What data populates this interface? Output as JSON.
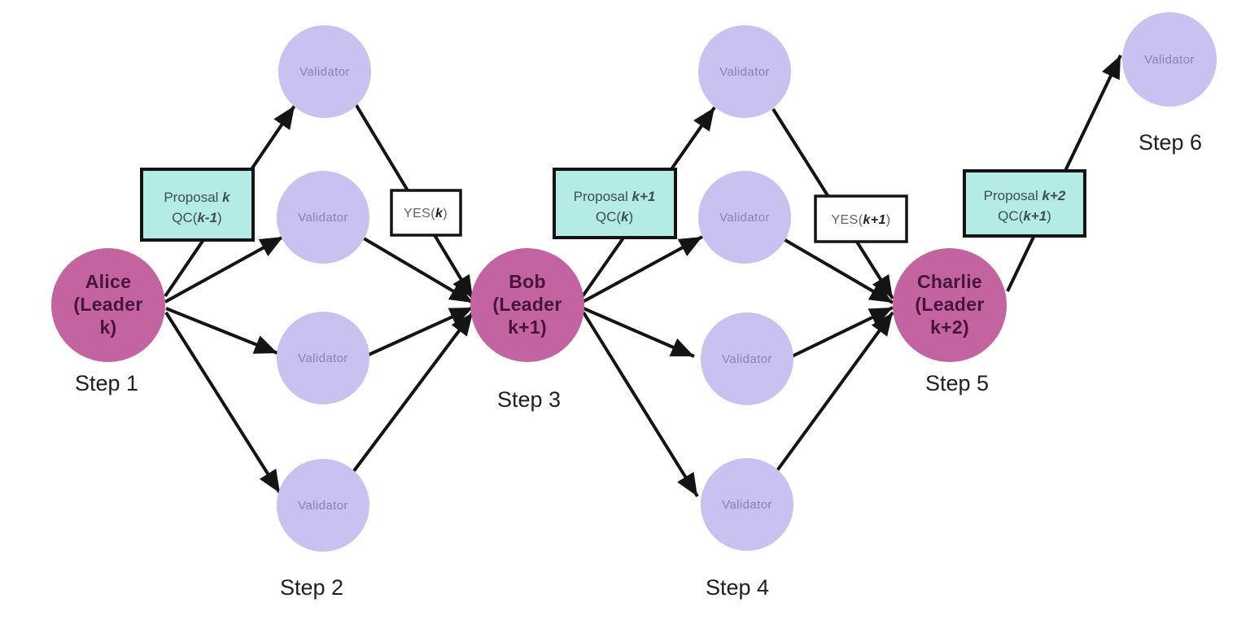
{
  "diagram": {
    "leaders": [
      {
        "name": "Alice",
        "line2": "(Leader",
        "line3": "k)"
      },
      {
        "name": "Bob",
        "line2": "(Leader",
        "line3": "k+1)"
      },
      {
        "name": "Charlie",
        "line2": "(Leader",
        "line3": "k+2)"
      }
    ],
    "validator_label": "Validator",
    "steps": [
      "Step 1",
      "Step 2",
      "Step 3",
      "Step 4",
      "Step 5",
      "Step 6"
    ],
    "proposals": [
      {
        "line1_prefix": "Proposal ",
        "line1_var": "k",
        "line2_prefix": "QC(",
        "line2_var": "k-1",
        "line2_suffix": ")"
      },
      {
        "line1_prefix": "Proposal ",
        "line1_var": "k+1",
        "line2_prefix": "QC(",
        "line2_var": "k",
        "line2_suffix": ")"
      },
      {
        "line1_prefix": "Proposal ",
        "line1_var": "k+2",
        "line2_prefix": "QC(",
        "line2_var": "k+1",
        "line2_suffix": ")"
      }
    ],
    "votes": [
      {
        "prefix": "YES(",
        "var": "k",
        "suffix": ")"
      },
      {
        "prefix": "YES(",
        "var": "k+1",
        "suffix": ")"
      }
    ],
    "colors": {
      "leader_fill": "#c364a1",
      "leader_text": "#471539",
      "validator_fill": "#c9c1ef",
      "validator_text": "#8b83ad",
      "proposal_fill": "#b4ece5",
      "proposal_text": "#3c4d57",
      "vote_text": "#636363",
      "arrow": "#141414",
      "step_text": "#1f1f1f"
    }
  }
}
